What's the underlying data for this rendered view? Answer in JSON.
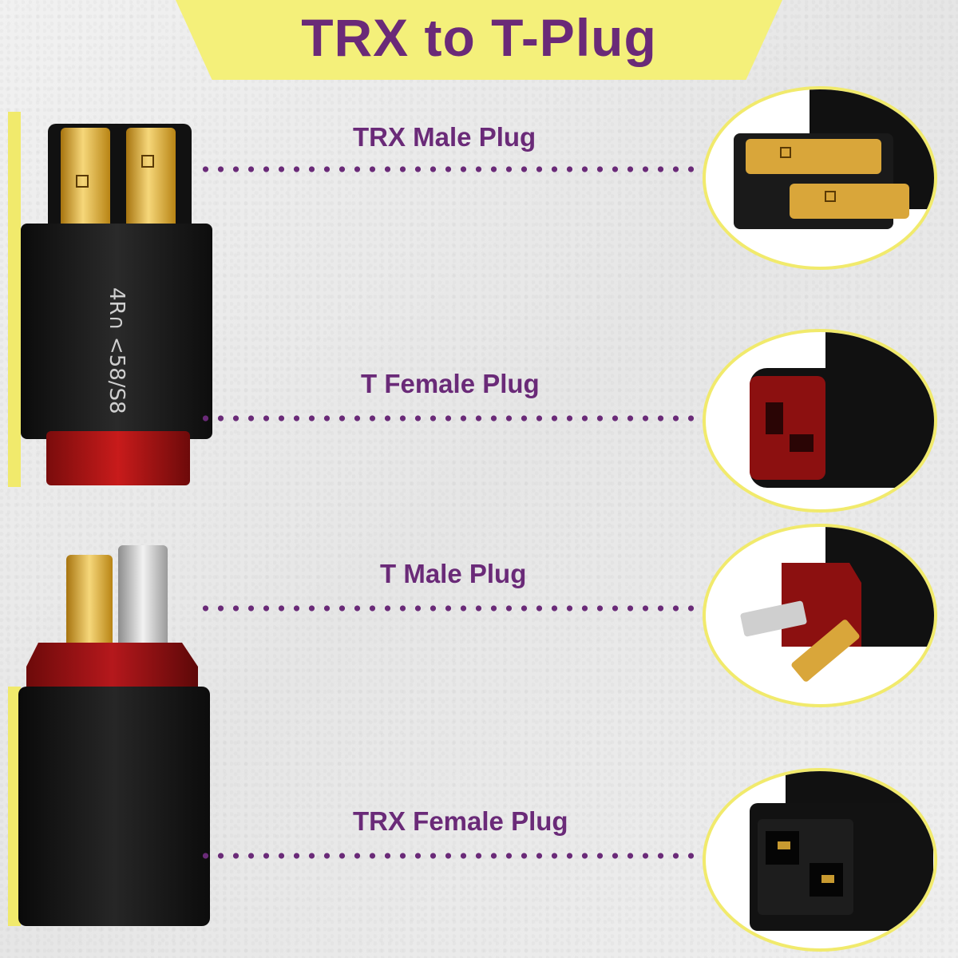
{
  "banner": {
    "title": "TRX to T-Plug",
    "color": "#f4f07a",
    "text_color": "#6a2a78"
  },
  "product_top": {
    "marking": "4R∩  <58/S8"
  },
  "rows": [
    {
      "label": "TRX Male Plug",
      "icon": "trx-male-connector-icon"
    },
    {
      "label": "T Female Plug",
      "icon": "t-female-connector-icon"
    },
    {
      "label": "T Male Plug",
      "icon": "t-male-connector-icon"
    },
    {
      "label": "TRX Female Plug",
      "icon": "trx-female-connector-icon"
    }
  ]
}
